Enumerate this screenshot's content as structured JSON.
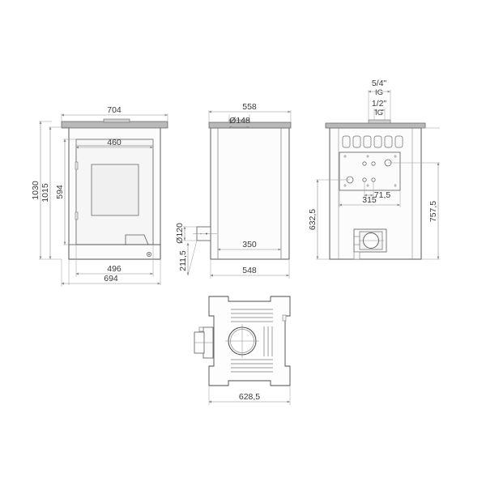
{
  "drawing": {
    "title": "Stove technical dimension drawing",
    "background_color": "#ffffff",
    "line_color": "#4a4a4a",
    "dim_line_color": "#8c8c8c",
    "fill_color": "#f2f2f2",
    "plate_color": "#bfbfbf",
    "text_color": "#3a3a3a",
    "units": "mm"
  },
  "views": {
    "front": {
      "name": "front-view",
      "dimensions": {
        "overall_width": "704",
        "body_width": "460",
        "base_width": "496",
        "base_outer_width": "694",
        "overall_height": "1030",
        "body_height": "1015",
        "door_height": "594"
      }
    },
    "side": {
      "name": "side-view",
      "dimensions": {
        "overall_depth": "558",
        "flue_diameter": "Ø148",
        "body_depth": "548",
        "inner_depth": "350",
        "rear_port_diameter": "Ø120",
        "rear_port_height": "211,5"
      }
    },
    "rear": {
      "name": "rear-view",
      "dimensions": {
        "top_thread_large": "5/4\"",
        "top_thread_large_type": "IG",
        "top_thread_small": "1/2\"",
        "top_thread_small_type": "IG",
        "plate_width": "315",
        "hole_spacing": "71,5",
        "plate_height_center": "632,5",
        "overall_height": "757,5"
      }
    },
    "top": {
      "name": "top-view",
      "dimensions": {
        "overall_depth": "628,5"
      }
    }
  },
  "labels": {
    "w704": "704",
    "w460": "460",
    "w496": "496",
    "w694": "694",
    "h1030": "1030",
    "h1015": "1015",
    "h594": "594",
    "d558": "558",
    "dia148": "Ø148",
    "d548": "548",
    "d350": "350",
    "dia120": "Ø120",
    "h2115": "211,5",
    "t54": "5/4\"",
    "ig1": "IG",
    "t12": "1/2\"",
    "ig2": "IG",
    "w315": "315",
    "w715": "71,5",
    "h6325": "632,5",
    "h7575": "757,5",
    "d6285": "628,5"
  }
}
